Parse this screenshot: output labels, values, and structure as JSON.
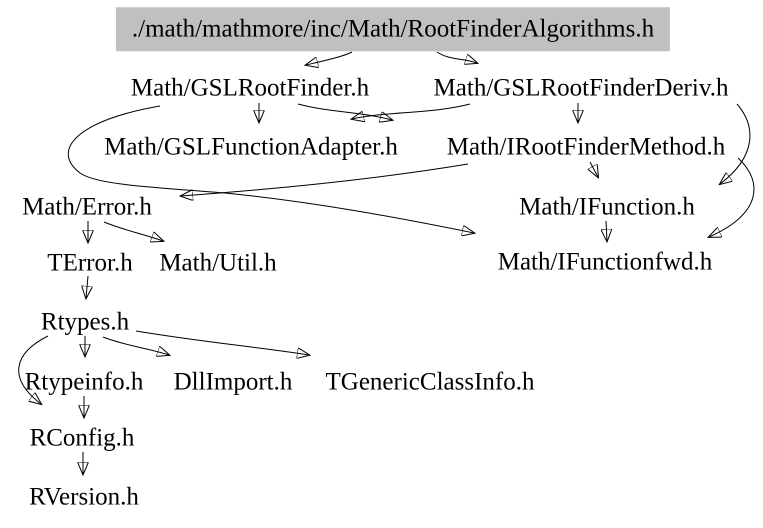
{
  "diagram": {
    "type": "include-dependency-graph",
    "colors": {
      "background": "#ffffff",
      "highlight_node_bg": "#c0c0c0",
      "edge": "#000000",
      "text": "#000000"
    },
    "nodes": [
      {
        "id": "rootfinderalgorithms",
        "label": "./math/mathmore/inc/Math/RootFinderAlgorithms.h",
        "highlighted": true
      },
      {
        "id": "gslrootfinder",
        "label": "Math/GSLRootFinder.h",
        "highlighted": false
      },
      {
        "id": "gslrootfinderderiv",
        "label": "Math/GSLRootFinderDeriv.h",
        "highlighted": false
      },
      {
        "id": "gslfunctionadapter",
        "label": "Math/GSLFunctionAdapter.h",
        "highlighted": false
      },
      {
        "id": "irootfindermethod",
        "label": "Math/IRootFinderMethod.h",
        "highlighted": false
      },
      {
        "id": "matherror",
        "label": "Math/Error.h",
        "highlighted": false
      },
      {
        "id": "mathifunction",
        "label": "Math/IFunction.h",
        "highlighted": false
      },
      {
        "id": "terror",
        "label": "TError.h",
        "highlighted": false
      },
      {
        "id": "mathutil",
        "label": "Math/Util.h",
        "highlighted": false
      },
      {
        "id": "mathifunctionfwd",
        "label": "Math/IFunctionfwd.h",
        "highlighted": false
      },
      {
        "id": "rtypes",
        "label": "Rtypes.h",
        "highlighted": false
      },
      {
        "id": "rtypeinfo",
        "label": "Rtypeinfo.h",
        "highlighted": false
      },
      {
        "id": "dllimport",
        "label": "DllImport.h",
        "highlighted": false
      },
      {
        "id": "tgenericclassinfo",
        "label": "TGenericClassInfo.h",
        "highlighted": false
      },
      {
        "id": "rconfig",
        "label": "RConfig.h",
        "highlighted": false
      },
      {
        "id": "rversion",
        "label": "RVersion.h",
        "highlighted": false
      }
    ],
    "edges": [
      {
        "from": "rootfinderalgorithms",
        "to": "gslrootfinder"
      },
      {
        "from": "rootfinderalgorithms",
        "to": "gslrootfinderderiv"
      },
      {
        "from": "gslrootfinder",
        "to": "gslfunctionadapter"
      },
      {
        "from": "gslrootfinder",
        "to": "irootfindermethod"
      },
      {
        "from": "gslrootfinder",
        "to": "mathifunctionfwd"
      },
      {
        "from": "gslrootfinderderiv",
        "to": "gslfunctionadapter"
      },
      {
        "from": "gslrootfinderderiv",
        "to": "irootfindermethod"
      },
      {
        "from": "gslrootfinderderiv",
        "to": "mathifunction"
      },
      {
        "from": "irootfindermethod",
        "to": "matherror"
      },
      {
        "from": "irootfindermethod",
        "to": "mathifunction"
      },
      {
        "from": "irootfindermethod",
        "to": "mathifunctionfwd"
      },
      {
        "from": "mathifunction",
        "to": "mathifunctionfwd"
      },
      {
        "from": "matherror",
        "to": "terror"
      },
      {
        "from": "matherror",
        "to": "mathutil"
      },
      {
        "from": "terror",
        "to": "rtypes"
      },
      {
        "from": "rtypes",
        "to": "rtypeinfo"
      },
      {
        "from": "rtypes",
        "to": "dllimport"
      },
      {
        "from": "rtypes",
        "to": "tgenericclassinfo"
      },
      {
        "from": "rtypes",
        "to": "rconfig"
      },
      {
        "from": "rtypeinfo",
        "to": "rconfig"
      },
      {
        "from": "rconfig",
        "to": "rversion"
      }
    ]
  }
}
